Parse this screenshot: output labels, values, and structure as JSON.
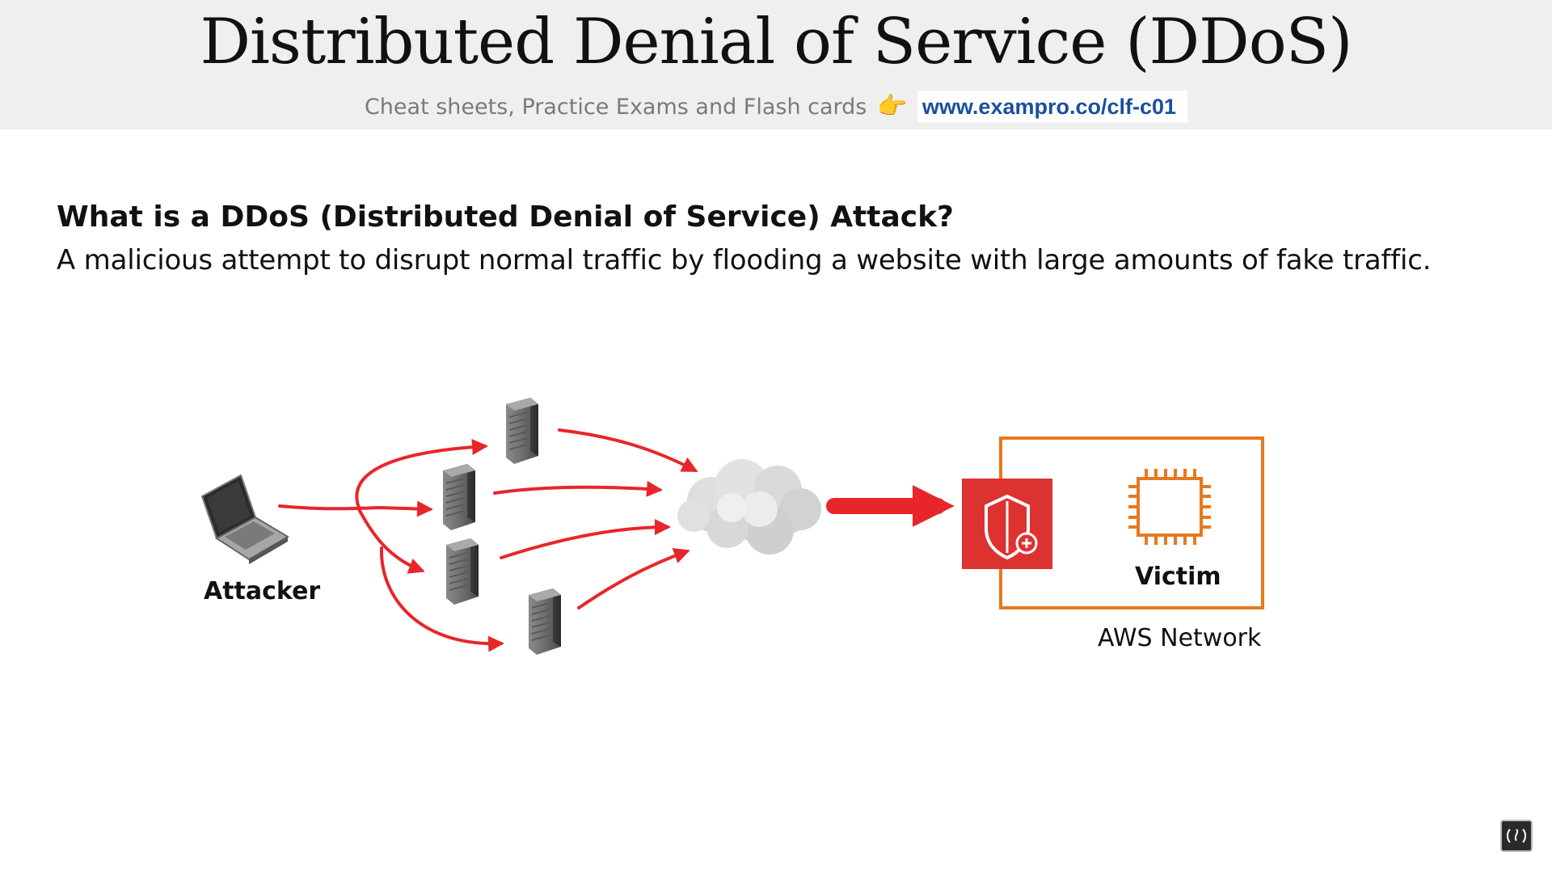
{
  "header": {
    "title": "Distributed Denial of Service (DDoS)",
    "subtitle": "Cheat sheets, Practice Exams and Flash cards",
    "pointer_icon": "pointing-hand-icon",
    "url": "www.exampro.co/clf-c01"
  },
  "content": {
    "question": "What is a DDoS (Distributed Denial of Service) Attack?",
    "definition": "A malicious attempt to disrupt normal traffic by flooding a website with large amounts of fake traffic."
  },
  "diagram": {
    "attacker_label": "Attacker",
    "victim_label": "Victim",
    "network_label": "AWS Network",
    "nodes": [
      "laptop-icon",
      "server-icon",
      "server-icon",
      "server-icon",
      "server-icon",
      "cloud-icon",
      "shield-icon",
      "chip-icon"
    ],
    "colors": {
      "arrow": "#e8262a",
      "network_border": "#e8781e",
      "shield_bg": "#dd3330",
      "chip": "#e8781e"
    }
  }
}
